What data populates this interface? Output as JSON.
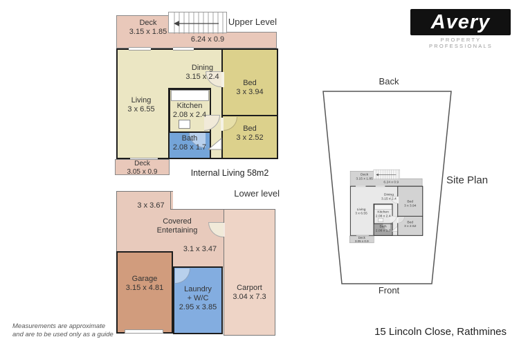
{
  "brand": {
    "name": "Avery",
    "tagline": "PROPERTY PROFESSIONALS"
  },
  "address": "15 Lincoln Close, Rathmines",
  "disclaimer": [
    "Measurements are approximate",
    "and are to be used only as a guide"
  ],
  "upper_level": {
    "title": "Upper Level",
    "internal_living": "Internal Living 58m2",
    "rooms": {
      "deck_top": {
        "label": "Deck",
        "dim": "3.15 x 1.85"
      },
      "deck_strip": {
        "dim": "6.24 x 0.9"
      },
      "dining": {
        "label": "Dining",
        "dim": "3.15 x 2.4"
      },
      "bed1": {
        "label": "Bed",
        "dim": "3 x 3.94"
      },
      "living": {
        "label": "Living",
        "dim": "3 x 6.55"
      },
      "kitchen": {
        "label": "Kitchen",
        "dim": "2.08 x 2.4"
      },
      "bath": {
        "label": "Bath",
        "dim": "2.08 x 1.7"
      },
      "bed2": {
        "label": "Bed",
        "dim": "3 x 2.52"
      },
      "deck_bottom": {
        "label": "Deck",
        "dim": "3.05 x 0.9"
      }
    }
  },
  "lower_level": {
    "title": "Lower level",
    "rooms": {
      "entertaining": {
        "dim_left": "3 x 3.67",
        "label_line1": "Covered",
        "label_line2": "Entertaining",
        "dim": "3.1 x 3.47"
      },
      "garage": {
        "label": "Garage",
        "dim": "3.15 x 4.81"
      },
      "laundry": {
        "label_line1": "Laundry",
        "label_line2": "+ W/C",
        "dim": "2.95 x 3.85"
      },
      "carport": {
        "label": "Carport",
        "dim": "3.04 x 7.3"
      }
    }
  },
  "site_plan": {
    "title": "Site Plan",
    "back_label": "Back",
    "front_label": "Front"
  },
  "colors": {
    "wall": "#1d1d1d",
    "deck": "#e9c8ba",
    "cream": "#ebe6c3",
    "khaki": "#dcd18c",
    "bath-blue": "#74a4d8",
    "laundry-blue": "#83ade0",
    "garage-tan": "#d19c7d",
    "carport": "#eed4c6",
    "entertaining": "#e8cabc",
    "arc-cream": "#f1ead9",
    "arc-blue": "#b8d0ec",
    "logo-bg": "#111111",
    "tagline-gray": "#9a9a9a",
    "text": "#333333"
  }
}
